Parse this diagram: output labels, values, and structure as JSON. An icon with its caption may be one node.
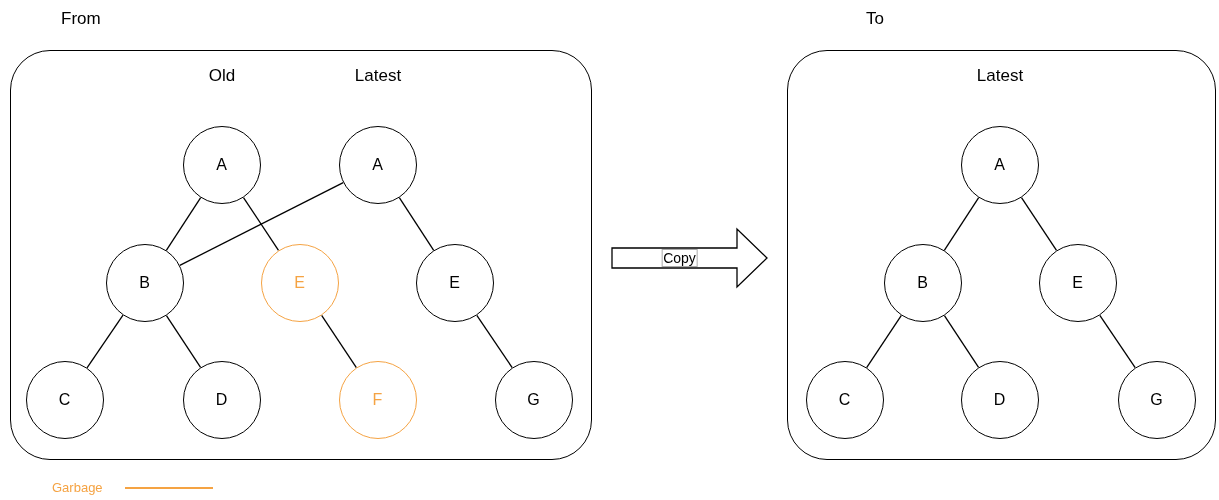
{
  "diagram": {
    "nodes": [
      {
        "text": [
          "From"
        ]
      },
      {
        "text": [
          "A"
        ],
        "in": 0
      },
      {
        "text": [
          "A"
        ],
        "in": 0
      },
      {
        "text": [
          "B"
        ],
        "in": 0
      },
      {
        "text": [
          "E"
        ],
        "in": 0
      },
      {
        "text": [
          "E"
        ],
        "in": 0
      },
      {
        "text": [
          "C"
        ],
        "in": 0
      },
      {
        "text": [
          "D"
        ],
        "in": 0
      },
      {
        "text": [
          "F"
        ],
        "in": 0
      },
      {
        "text": [
          "G"
        ],
        "in": 0
      },
      {
        "text": [
          "To"
        ]
      },
      {
        "text": [
          "A"
        ],
        "in": 10
      },
      {
        "text": [
          "B"
        ],
        "in": 10
      },
      {
        "text": [
          "E"
        ],
        "in": 10
      },
      {
        "text": [
          "C"
        ],
        "in": 10
      },
      {
        "text": [
          "D"
        ],
        "in": 10
      },
      {
        "text": [
          "G"
        ],
        "in": 10
      }
    ],
    "edges": [
      {
        "from": 1,
        "to": 3,
        "arrow": "none"
      },
      {
        "from": 1,
        "to": 4,
        "arrow": "none"
      },
      {
        "from": 2,
        "to": 3,
        "arrow": "none"
      },
      {
        "from": 2,
        "to": 5,
        "arrow": "none"
      },
      {
        "from": 3,
        "to": 6,
        "arrow": "none"
      },
      {
        "from": 3,
        "to": 7,
        "arrow": "none"
      },
      {
        "from": 4,
        "to": 8,
        "arrow": "none"
      },
      {
        "from": 5,
        "to": 9,
        "arrow": "none"
      },
      {
        "from": 11,
        "to": 12,
        "arrow": "none"
      },
      {
        "from": 11,
        "to": 13,
        "arrow": "none"
      },
      {
        "from": 12,
        "to": 14,
        "arrow": "none"
      },
      {
        "from": 12,
        "to": 15,
        "arrow": "none"
      },
      {
        "from": 13,
        "to": 16,
        "arrow": "none"
      },
      {
        "from": 0,
        "to": 10,
        "arrow": "to",
        "label": "Copy",
        "style": "thick"
      }
    ],
    "labels": [
      "Old",
      "Latest",
      "Latest"
    ],
    "legend": [
      {
        "text": "Garbage"
      }
    ]
  }
}
